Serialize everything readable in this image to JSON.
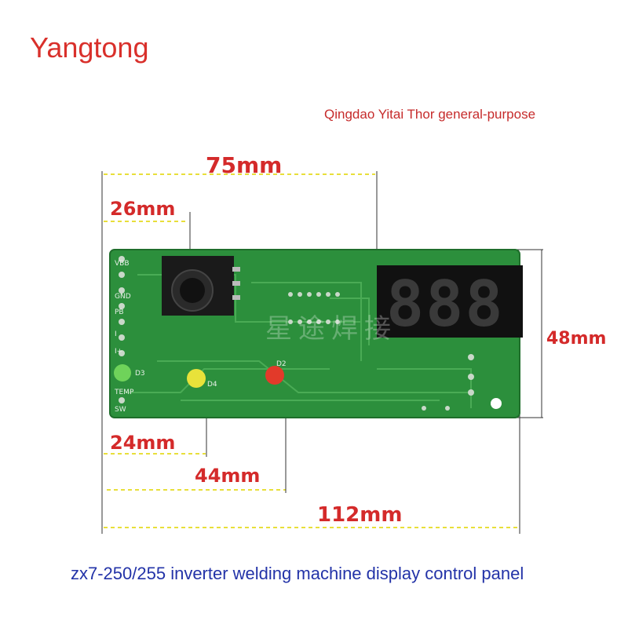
{
  "header": {
    "brand": "Yangtong",
    "tagline": "Qingdao Yitai Thor general-purpose"
  },
  "dimensions": {
    "width_total": "112mm",
    "width_display": "75mm",
    "knob_offset": "26mm",
    "led1_offset": "24mm",
    "led2_offset": "44mm",
    "height": "48mm"
  },
  "board": {
    "display_digits": "888",
    "watermark": "星途焊接",
    "silkscreen": [
      "VBB",
      "GND",
      "PB",
      "I",
      "I+",
      "TEMP",
      "SW",
      "D3",
      "D4",
      "D2"
    ],
    "led_colors": {
      "green": "#6fd35a",
      "yellow": "#e8e23a",
      "red": "#e23a2a"
    },
    "pcb_color": "#2c8f3c"
  },
  "caption": "zx7-250/255 inverter welding machine display control panel"
}
